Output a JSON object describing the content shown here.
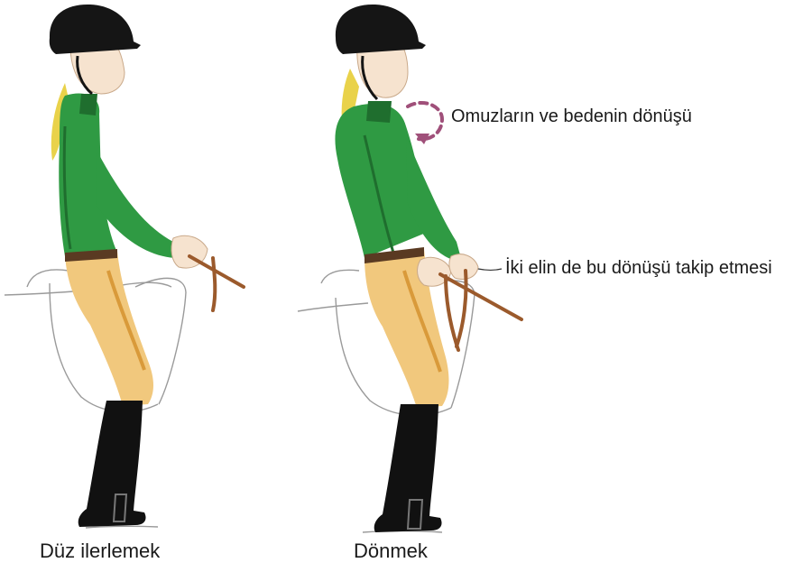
{
  "figures": [
    {
      "caption": "Düz ilerlemek"
    },
    {
      "caption": "Dönmek"
    }
  ],
  "annotations": {
    "shoulders": "Omuzların ve bedenin dönüşü",
    "hands": "İki elin de bu dönüşü takip etmesi"
  },
  "colors": {
    "jacket": "#2f9a43",
    "jacket_shadow": "#1f6e2e",
    "breeches": "#f1c87d",
    "breeches_shadow": "#d99a3a",
    "boots": "#111111",
    "helmet": "#151515",
    "hair": "#e9d24a",
    "skin": "#f6e3cf",
    "reins": "#9b5a2c",
    "rotation_arrow": "#a0507a",
    "saddle_line": "#9a9a9a"
  }
}
